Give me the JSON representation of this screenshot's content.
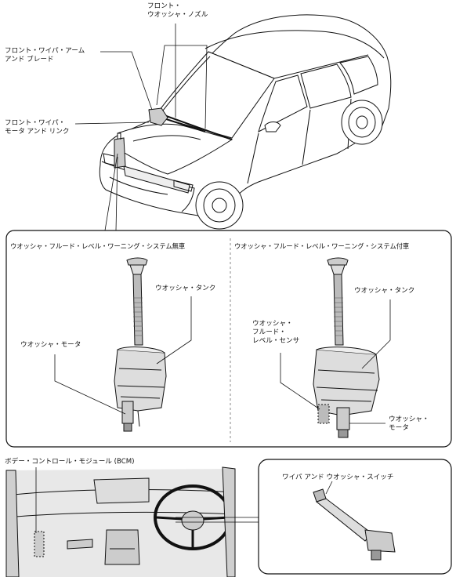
{
  "labels": {
    "front_washer_nozzle": [
      "フロント・",
      "ウオッシャ・ノズル"
    ],
    "front_wiper_arm_blade": [
      "フロント・ワイパ・アーム",
      "アンド ブレード"
    ],
    "front_wiper_motor_link": [
      "フロント・ワイパ・",
      "モータ アンド リンク"
    ],
    "panel_left_title": "ウオッシャ・フルード・レベル・ワーニング・システム無車",
    "panel_right_title": "ウオッシャ・フルード・レベル・ワーニング・システム付車",
    "left_washer_tank": "ウオッシャ・タンク",
    "left_washer_motor": "ウオッシャ・モータ",
    "right_washer_tank": "ウオッシャ・タンク",
    "right_level_sensor": [
      "ウオッシャ・",
      "フルード・",
      "レベル・センサ"
    ],
    "right_washer_motor": [
      "ウオッシャ・",
      "モータ"
    ],
    "bcm": "ボデー・コントロール・モジュール (BCM)",
    "wiper_washer_switch": "ワイパ アンド ウオッシャ・スイッチ"
  },
  "colors": {
    "line": "#111111",
    "part_fill": "#d9d9d9",
    "dash_divider": "#888888",
    "dash_highlight": "#111111",
    "interior_fill": "#e8e8e8"
  }
}
